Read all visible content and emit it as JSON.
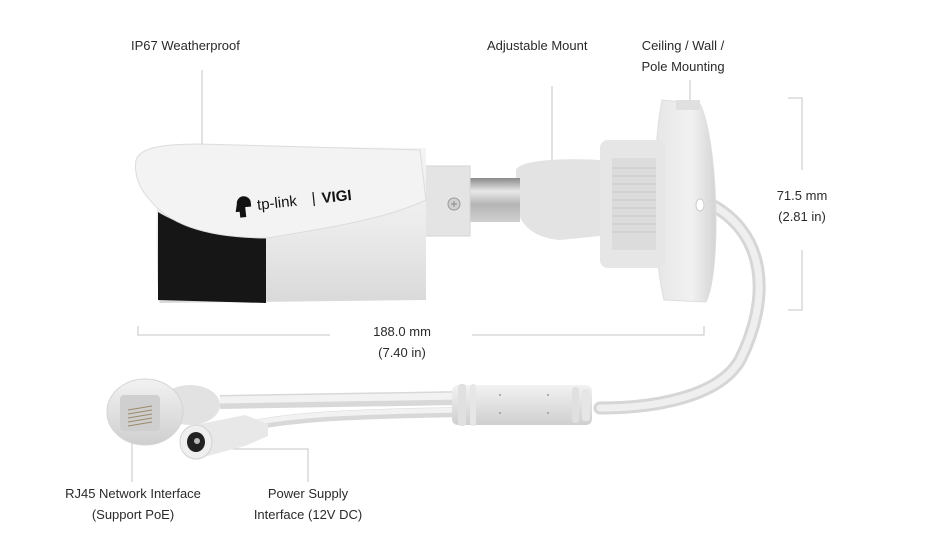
{
  "callouts": {
    "weatherproof": "IP67 Weatherproof",
    "mount": "Adjustable Mount",
    "mounting_line1": "Ceiling / Wall /",
    "mounting_line2": "Pole Mounting",
    "rj45_line1": "RJ45 Network Interface",
    "rj45_line2": "(Support PoE)",
    "power_line1": "Power Supply",
    "power_line2": "Interface (12V DC)"
  },
  "dimensions": {
    "length_mm": "188.0 mm",
    "length_in": "(7.40 in)",
    "height_mm": "71.5 mm",
    "height_in": "(2.81 in)"
  },
  "branding": {
    "logo_text": "tp-link",
    "separator": "|",
    "product_line": "VIGI"
  },
  "colors": {
    "body": "#eeeeee",
    "lens_front": "#1a1a1a",
    "leader_line": "#bdbdbd",
    "text": "#2a2a2a"
  }
}
